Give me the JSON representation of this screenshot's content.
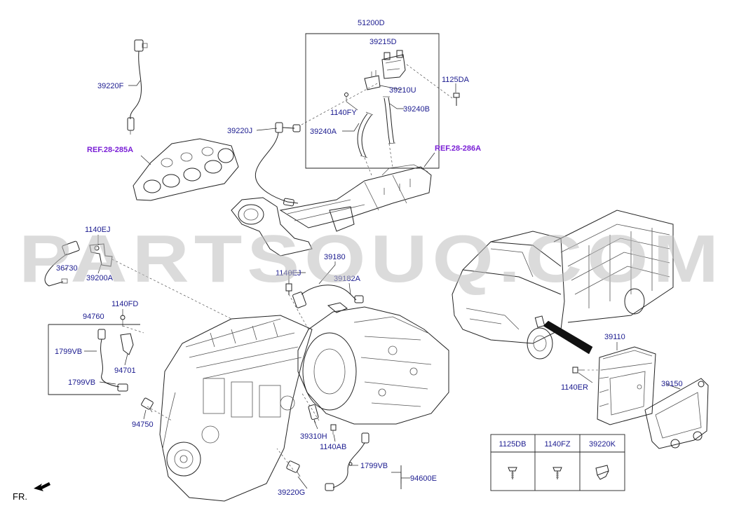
{
  "watermark": "PARTSOUQ.COM",
  "orientation_label": "FR.",
  "labels": {
    "p51200D": "51200D",
    "p39215D": "39215D",
    "p1125DA": "1125DA",
    "p39210U": "39210U",
    "p1140FY": "1140FY",
    "p39240B": "39240B",
    "p39220J": "39220J",
    "p39240A": "39240A",
    "p39220F": "39220F",
    "ref285": "REF.28-285A",
    "ref286": "REF.28-286A",
    "p1140EJ_a": "1140EJ",
    "p36730": "36730",
    "p39200A": "39200A",
    "p39180": "39180",
    "p1140EJ_b": "1140EJ",
    "p39182A": "39182A",
    "p1140FD": "1140FD",
    "p94760": "94760",
    "p1799VB_a": "1799VB",
    "p94701": "94701",
    "p1799VB_b": "1799VB",
    "p94750": "94750",
    "p39310H": "39310H",
    "p1140AB": "1140AB",
    "p1799VB_c": "1799VB",
    "p94600E": "94600E",
    "p39220G": "39220G",
    "p39110": "39110",
    "p1140ER": "1140ER",
    "p39150": "39150"
  },
  "fastener_table": {
    "headers": [
      "1125DB",
      "1140FZ",
      "39220K"
    ]
  },
  "icons": {
    "orientation": "fr-arrow-icon"
  }
}
